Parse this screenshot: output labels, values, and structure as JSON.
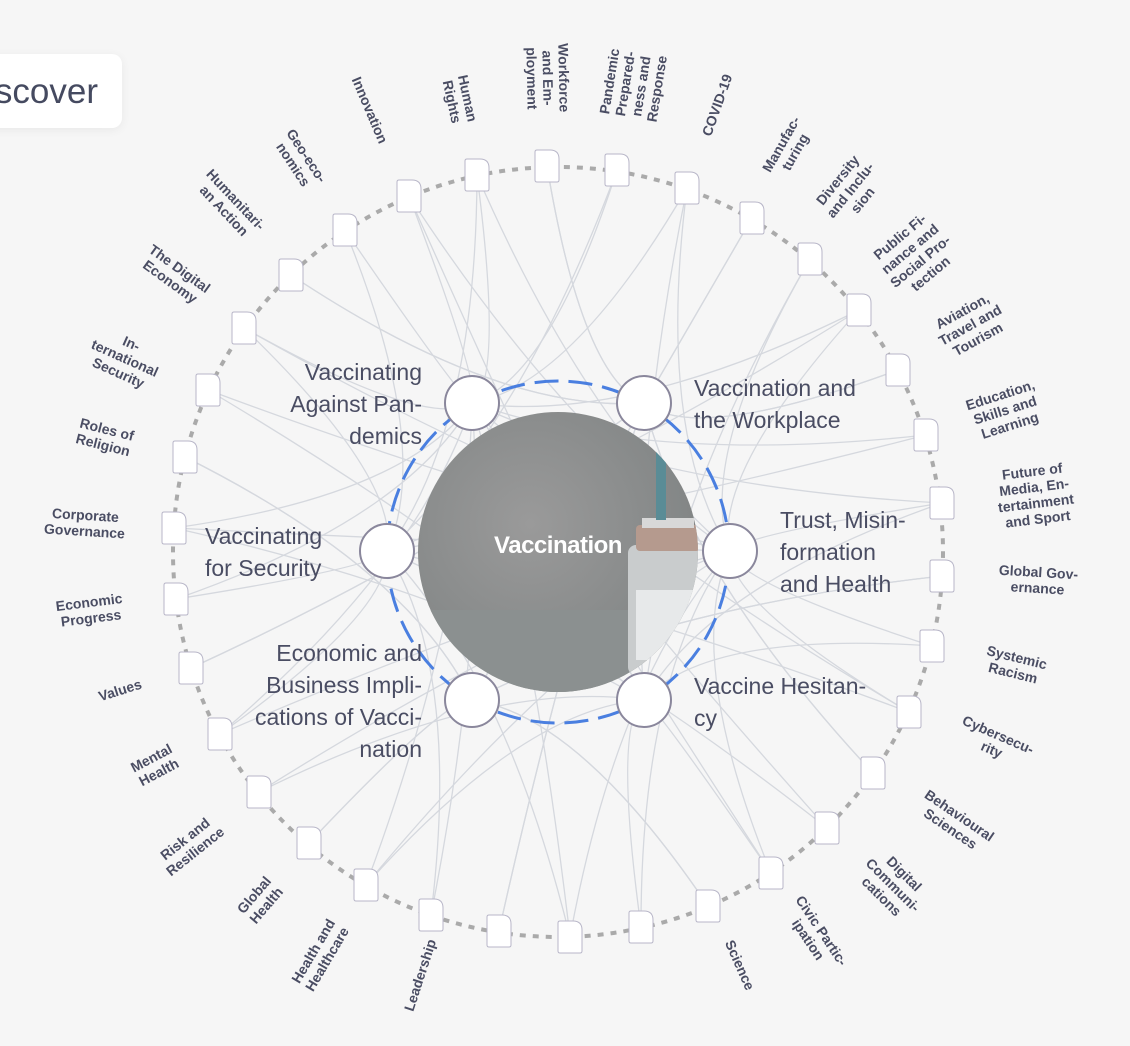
{
  "header": {
    "discover_label": "Discover"
  },
  "center": {
    "title": "Vaccination"
  },
  "subtopics": [
    "Vaccinating\nAgainst Pan-\ndemics",
    "Vaccination and\nthe Workplace",
    "Vaccinating\nfor Security",
    "Trust, Misin-\nformation\nand Health",
    "Economic and\nBusiness Impli-\ncations of Vacci-\nnation",
    "Vaccine Hesitan-\ncy"
  ],
  "topics": [
    "Human\nRights",
    "Workforce\nand Em-\nployment",
    "Pandemic\nPrepared-\nness and\nResponse",
    "COVID-19",
    "Manufac-\nturing",
    "Diversity\nand Inclu-\nsion",
    "Public Fi-\nnance and\nSocial Pro-\ntection",
    "Aviation,\nTravel and\nTourism",
    "Education,\nSkills and\nLearning",
    "Future of\nMedia, En-\ntertainment\nand Sport",
    "Global Gov-\nernance",
    "Systemic\nRacism",
    "Cybersecu-\nrity",
    "Behavioural\nSciences",
    "Digital\nCommuni-\ncations",
    "Civic Partic-\nipation",
    "Science",
    "Leadership",
    "Health and\nHealthcare",
    "Global\nHealth",
    "Risk and\nResilience",
    "Mental\nHealth",
    "Values",
    "Economic\nProgress",
    "Corporate\nGovernance",
    "Roles of\nReligion",
    "In-\nternational\nSecurity",
    "The Digital\nEconomy",
    "Humanitari-\nan Action",
    "Geo-eco-\nnomics",
    "Innovation"
  ],
  "colors": {
    "ring": "#aaaaaa",
    "inner_ring": "#4a7fe0",
    "edge": "#d5d8de",
    "text": "#4a4d63"
  }
}
